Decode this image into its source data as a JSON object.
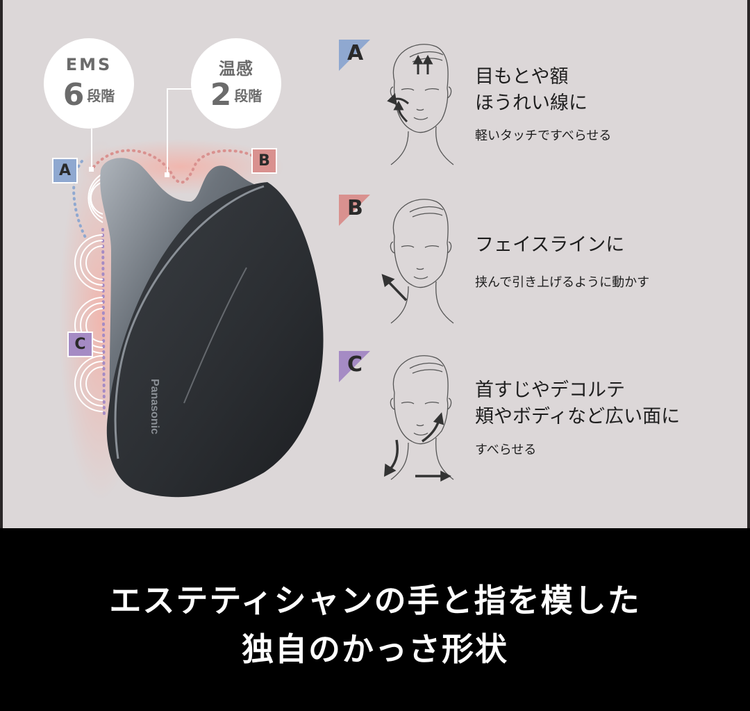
{
  "badges": {
    "ems": {
      "top": "EMS",
      "number": "6",
      "unit": "段階"
    },
    "warm": {
      "top": "温感",
      "number": "2",
      "unit": "段階"
    }
  },
  "device": {
    "brand": "Panasonic"
  },
  "zones": {
    "a": {
      "letter": "A",
      "color": "#8fa8d0"
    },
    "b": {
      "letter": "B",
      "color": "#d9918f"
    },
    "c": {
      "letter": "C",
      "color": "#a58bc4"
    }
  },
  "usage": [
    {
      "letter": "A",
      "color": "#8fa8d0",
      "title_line1": "目もとや額",
      "title_line2": "ほうれい線に",
      "desc": "軽いタッチですべらせる"
    },
    {
      "letter": "B",
      "color": "#d9918f",
      "title_line1": "フェイスラインに",
      "title_line2": "",
      "desc": "挟んで引き上げるように動かす"
    },
    {
      "letter": "C",
      "color": "#a58bc4",
      "title_line1": "首すじやデコルテ",
      "title_line2": "頬やボディなど広い面に",
      "desc": "すべらせる"
    }
  ],
  "headline": {
    "line1": "エステティシャンの手と指を模した",
    "line2": "独自のかっさ形状"
  }
}
